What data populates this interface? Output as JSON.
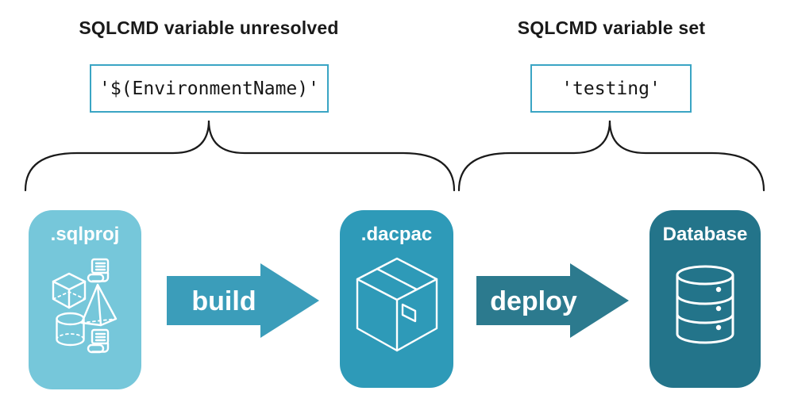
{
  "headings": {
    "left": "SQLCMD variable unresolved",
    "right": "SQLCMD variable set"
  },
  "code_samples": {
    "left": "'$(EnvironmentName)'",
    "right": "'testing'"
  },
  "nodes": [
    {
      "label": ".sqlproj",
      "color": "#76C7DA",
      "icon": "sql-objects-icon"
    },
    {
      "label": ".dacpac",
      "color": "#2E9AB8",
      "icon": "package-icon"
    },
    {
      "label": "Database",
      "color": "#23748A",
      "icon": "database-icon"
    }
  ],
  "arrows": [
    {
      "label": "build",
      "color": "#3B9DBA"
    },
    {
      "label": "deploy",
      "color": "#2C7A8E"
    }
  ],
  "colors": {
    "background": "#ffffff",
    "code_box_border": "#3AA5C4",
    "brace_stroke": "#1a1a1a",
    "heading_text": "#1a1a1a",
    "node_label_text": "#ffffff"
  }
}
